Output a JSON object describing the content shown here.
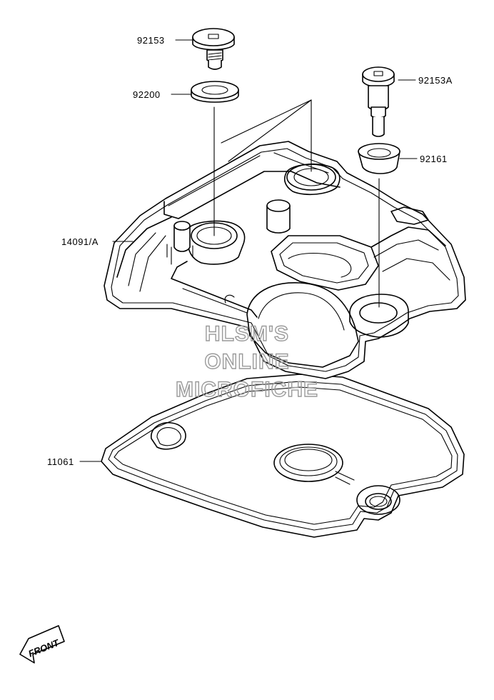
{
  "parts": {
    "bolt_top": "92153",
    "washer": "92200",
    "bolt_right": "92153A",
    "grommet": "92161",
    "cover": "14091/A",
    "gasket": "11061"
  },
  "watermark": {
    "line1": "HLSM'S",
    "line2": "ONLINE",
    "line3": "MICROFICHE"
  },
  "direction_indicator": {
    "label": "FRONT"
  }
}
